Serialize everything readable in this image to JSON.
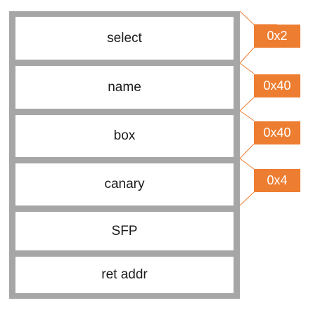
{
  "stack": {
    "cells": [
      {
        "label": "select"
      },
      {
        "label": "name"
      },
      {
        "label": "box"
      },
      {
        "label": "canary"
      },
      {
        "label": "SFP"
      },
      {
        "label": "ret addr"
      }
    ]
  },
  "sizes": [
    {
      "label": "0x2"
    },
    {
      "label": "0x40"
    },
    {
      "label": "0x40"
    },
    {
      "label": "0x4"
    }
  ],
  "colors": {
    "frame": "#a6a6a6",
    "cell_fill": "#ffffff",
    "badge_fill": "#ed7d31",
    "badge_text": "#ffffff",
    "connector": "#ed7d31"
  }
}
